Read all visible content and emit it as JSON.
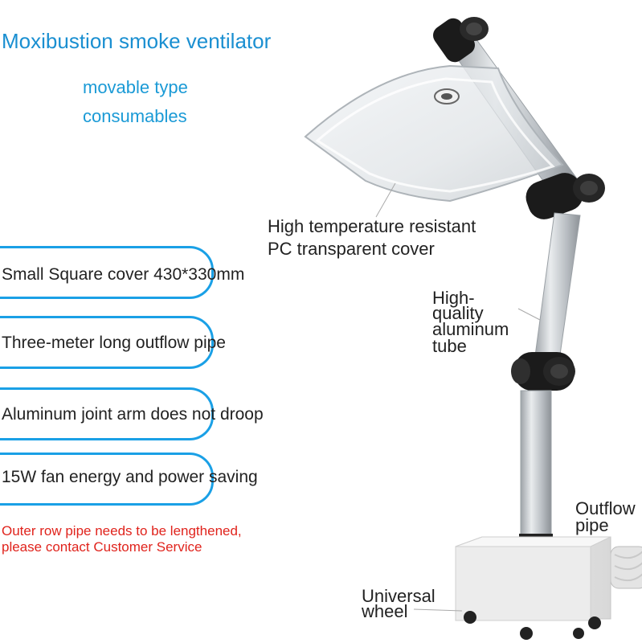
{
  "title": "Moxibustion smoke ventilator",
  "subtitles": [
    "movable type",
    "consumables"
  ],
  "features": [
    "Small Square cover 430*330mm",
    "Three-meter long outflow pipe",
    "Aluminum joint arm does not droop",
    "15W fan energy and power saving"
  ],
  "notice": [
    "Outer row pipe needs to be lengthened,",
    "please contact Customer Service"
  ],
  "callouts": {
    "cover": [
      "High temperature resistant",
      "PC transparent cover"
    ],
    "tube": [
      "High-",
      "quality",
      "aluminum",
      "tube"
    ],
    "outflow": [
      "Outflow",
      "pipe"
    ],
    "wheel": [
      "Universal",
      "wheel"
    ]
  },
  "colors": {
    "title": "#1a8fd1",
    "badge_border": "#1aa0e6",
    "notice": "#e0231c",
    "arm_metal": "#c8ccd0",
    "joint_knob": "#1b1b1b"
  }
}
